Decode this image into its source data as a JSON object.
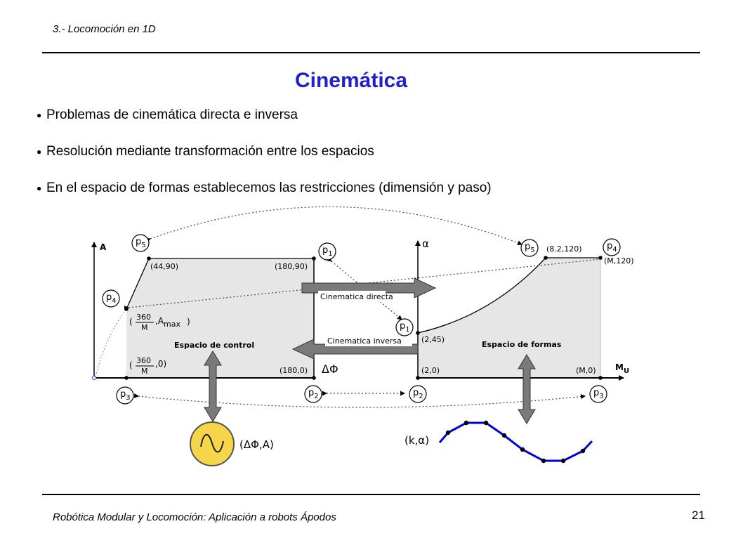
{
  "header": {
    "section": "3.- Locomoción en 1D"
  },
  "title": "Cinemática",
  "bullets": [
    "Problemas de cinemática directa e inversa",
    "Resolución mediante transformación entre los espacios",
    "En el espacio de formas establecemos las restricciones (dimensión y paso)"
  ],
  "diagram": {
    "left_axis_y": "A",
    "right_axis_y": "α",
    "delta_phi": "ΔΦ",
    "mu_axis": "M",
    "mu_sub": "U",
    "p1": "1",
    "p2": "2",
    "p3": "3",
    "p4": "4",
    "p5": "5",
    "pt_44_90": "(44,90)",
    "pt_180_90": "(180,90)",
    "pt_180_0": "(180,0)",
    "pt_82_120": "(8.2,120)",
    "pt_M_120": "(M,120)",
    "pt_2_45": "(2,45)",
    "pt_2_0": "(2,0)",
    "pt_M_0": "(M,0)",
    "frac_num": "360",
    "frac_den": "M",
    "amax_prefix": ",A",
    "amax_sub": "max",
    "zero_suffix": ",0)",
    "paren_open": "(",
    "paren_close": ")",
    "espacio_control": "Espacio de control",
    "espacio_formas": "Espacio de formas",
    "cinematica_directa": "Cinematica directa",
    "cinematica_inversa": "Cinematica inversa",
    "control_params": "(ΔΦ,A)",
    "shape_params": "(k,α)"
  },
  "colors": {
    "title": "#2020cc",
    "sine_circle": "#f5d54a",
    "wave": "#0000dd",
    "region": "#e6e6e6",
    "arrow": "#7a7a7a"
  },
  "footer": {
    "text": "Robótica Modular y Locomoción: Aplicación a robots Ápodos",
    "page": "21"
  }
}
